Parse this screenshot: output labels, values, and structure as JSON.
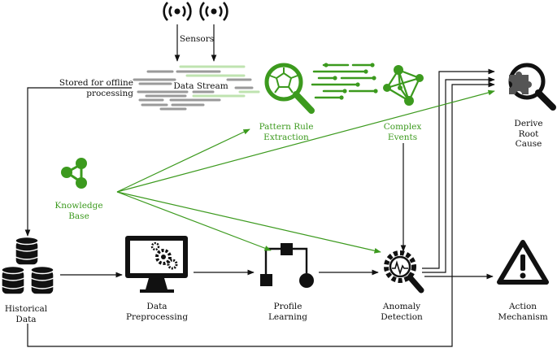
{
  "colors": {
    "black": "#111111",
    "green": "#3c9a1e",
    "light_green": "#bfe3b0",
    "gray": "#9a9a9a"
  },
  "labels": {
    "sensors": "Sensors",
    "data_stream": "Data Stream",
    "stored_offline": "Stored for offline\nprocessing",
    "pattern_rule_extraction": "Pattern Rule\nExtraction",
    "complex_events": "Complex\nEvents",
    "derive_root_cause": "Derive\nRoot Cause",
    "knowledge_base": "Knowledge\nBase",
    "historical_data": "Historical\nData",
    "data_preprocessing": "Data\nPreprocessing",
    "profile_learning": "Profile\nLearning",
    "anomaly_detection": "Anomaly\nDetection",
    "action_mechanism": "Action\nMechanism"
  },
  "icons": {
    "sensors": "wireless-sensor-icon",
    "pattern_rule_extraction": "magnifier-pattern-icon",
    "complex_events": "network-graph-icon",
    "derive_root_cause": "magnifier-puzzle-icon",
    "knowledge_base": "share-node-icon",
    "historical_data": "database-icon",
    "data_preprocessing": "monitor-gears-icon",
    "profile_learning": "flowchart-icon",
    "anomaly_detection": "gear-magnifier-icon",
    "action_mechanism": "warning-triangle-icon"
  }
}
